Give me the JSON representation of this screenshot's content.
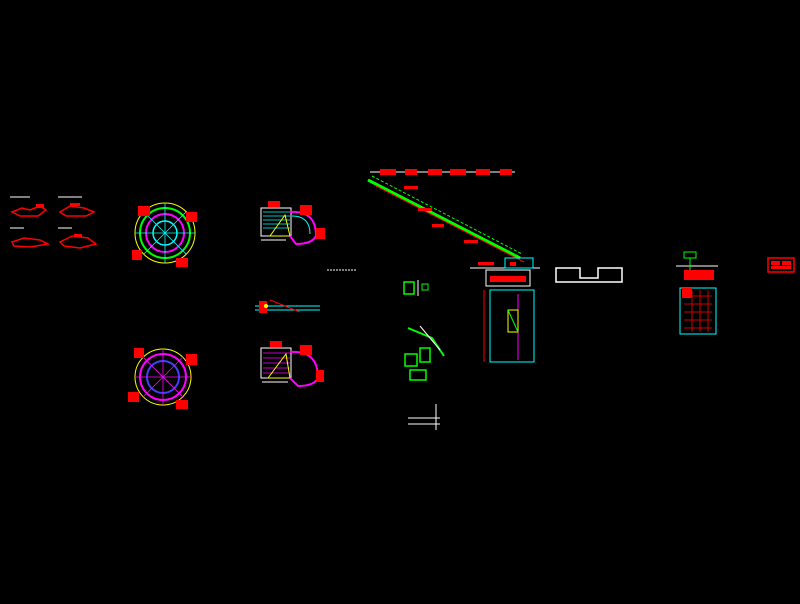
{
  "app": {
    "view": "cad-model-space",
    "background": "#000000"
  },
  "colors": {
    "red": "#ff0000",
    "green": "#00ff00",
    "cyan": "#00ffff",
    "magenta": "#ff00ff",
    "yellow": "#ffff00",
    "white": "#ffffff",
    "blue": "#4040ff"
  },
  "drawing": {
    "groups": [
      "stair-detail-cluster-left",
      "spiral-stair-plan-upper",
      "spiral-stair-plan-lower",
      "spiral-stair-section-upper",
      "spiral-stair-section-lower",
      "stair-connection-detail",
      "stair-long-section",
      "rebar-detail-column",
      "foundation-pier-section",
      "foundation-channel-profile",
      "railing-detail",
      "title-block-stamp"
    ]
  }
}
